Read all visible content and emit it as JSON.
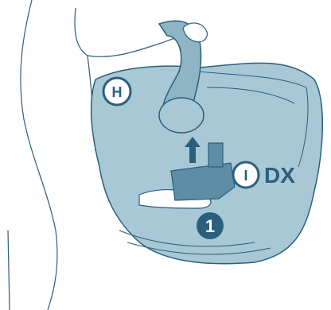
{
  "illustration": {
    "description_key": "car-seat-installation-step",
    "colors": {
      "seat_fill": "#a9c8d6",
      "seat_dark": "#8fb4c4",
      "outline": "#2a5f7d",
      "badge_ring": "#2a5f7d",
      "badge_fill": "#ffffff",
      "step_fill": "#2a5f7d"
    }
  },
  "labels": {
    "h_badge": "H",
    "i_badge": "I",
    "dx_text": "DX",
    "step_number": "1"
  }
}
